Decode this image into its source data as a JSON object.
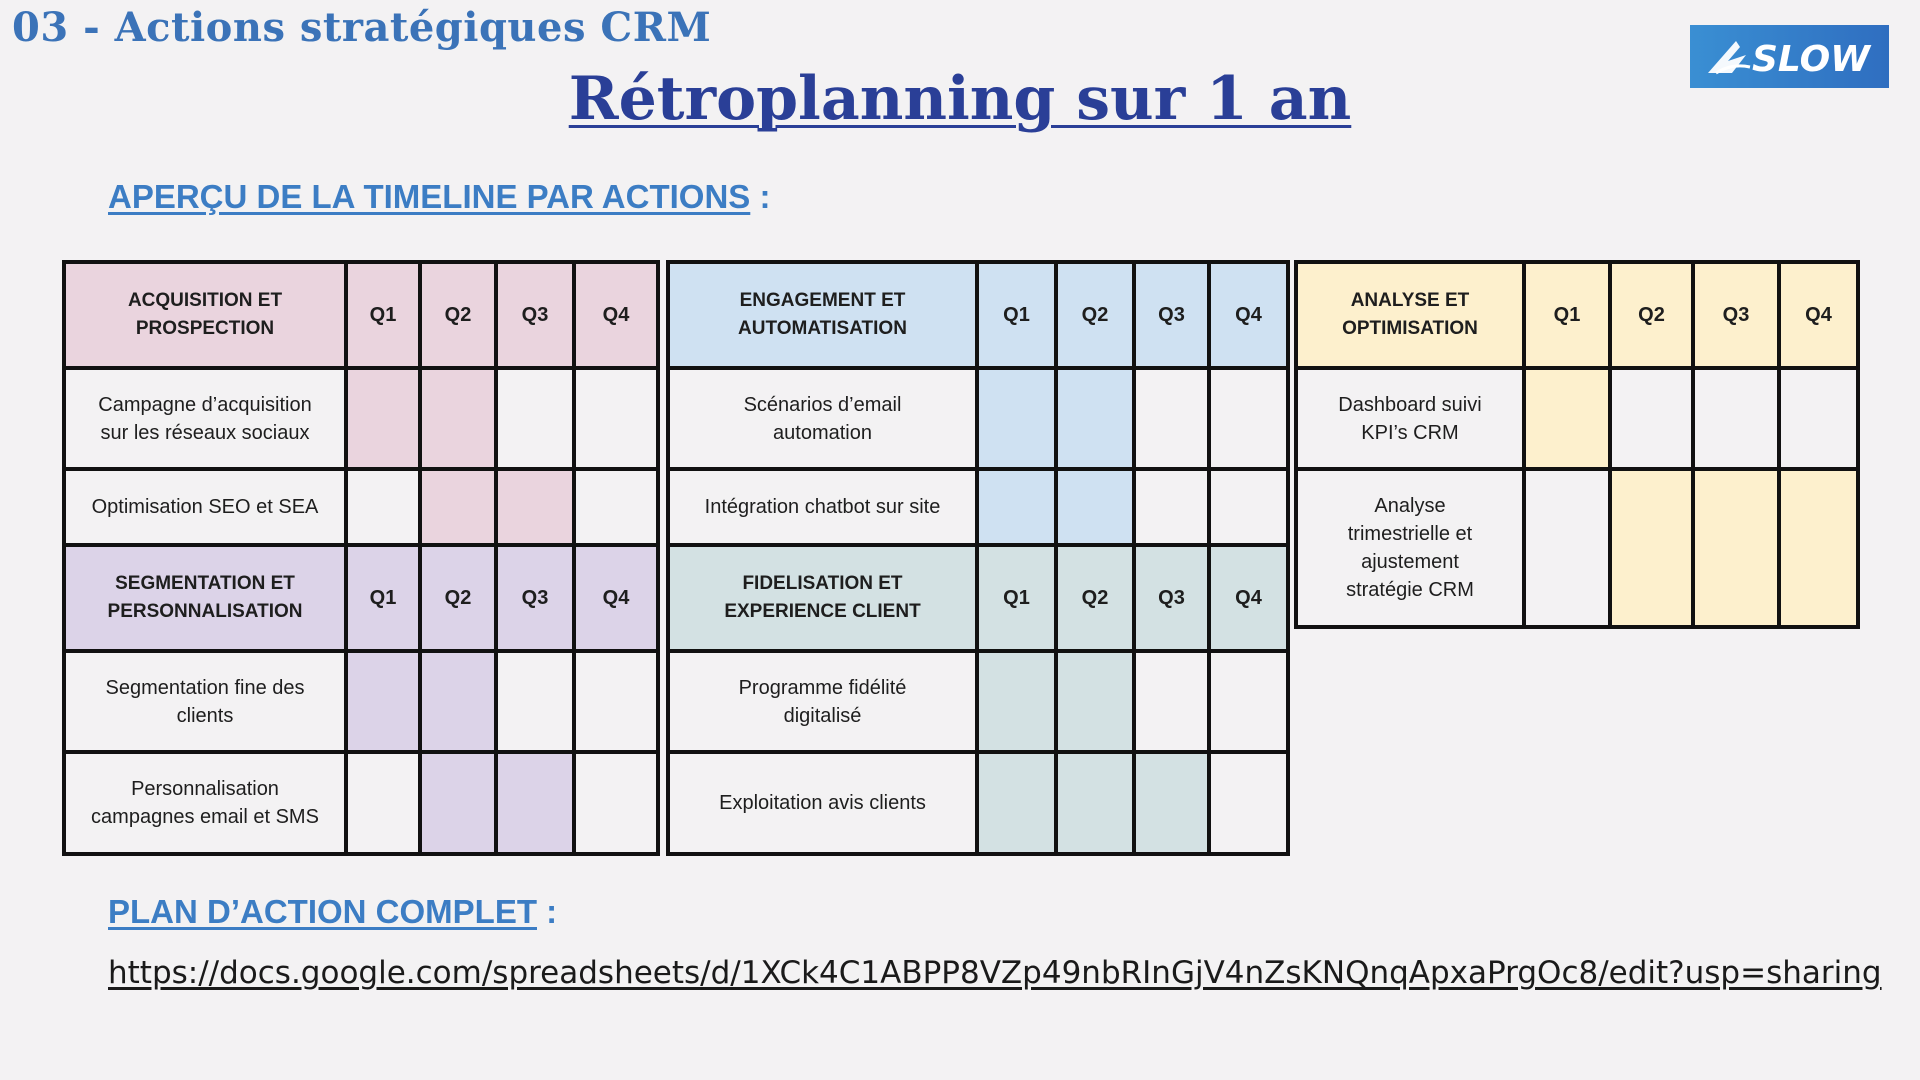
{
  "header": {
    "section_label": "03 - Actions stratégiques CRM",
    "title": "Rétroplanning sur 1 an",
    "logo_text": "SLOW"
  },
  "timeline": {
    "heading": "APERÇU DE LA TIMELINE PAR ACTIONS",
    "heading_suffix": " :",
    "quarters": [
      "Q1",
      "Q2",
      "Q3",
      "Q4"
    ],
    "colors": {
      "acquisition": "#ead4de",
      "segmentation": "#dcd3e8",
      "engagement": "#cfe1f2",
      "fidelisation": "#d3e1e3",
      "analyse": "#fdf0cd"
    },
    "groups": {
      "acquisition": {
        "title_line1": "ACQUISITION ET",
        "title_line2": "PROSPECTION",
        "rows": [
          {
            "line1": "Campagne d’acquisition",
            "line2": "sur les réseaux sociaux",
            "active": [
              true,
              true,
              false,
              false
            ]
          },
          {
            "line1": "Optimisation SEO et SEA",
            "active": [
              false,
              true,
              true,
              false
            ]
          }
        ]
      },
      "segmentation": {
        "title_line1": "SEGMENTATION ET",
        "title_line2": "PERSONNALISATION",
        "rows": [
          {
            "line1": "Segmentation fine des",
            "line2": "clients",
            "active": [
              true,
              true,
              false,
              false
            ]
          },
          {
            "line1": "Personnalisation",
            "line2": "campagnes email et SMS",
            "active": [
              false,
              true,
              true,
              false
            ]
          }
        ]
      },
      "engagement": {
        "title_line1": "ENGAGEMENT ET",
        "title_line2": "AUTOMATISATION",
        "rows": [
          {
            "line1": "Scénarios d’email",
            "line2": "automation",
            "active": [
              true,
              true,
              false,
              false
            ]
          },
          {
            "line1": "Intégration chatbot sur site",
            "active": [
              true,
              true,
              false,
              false
            ]
          }
        ]
      },
      "fidelisation": {
        "title_line1": "FIDELISATION ET",
        "title_line2": "EXPERIENCE CLIENT",
        "rows": [
          {
            "line1": "Programme fidélité",
            "line2": "digitalisé",
            "active": [
              true,
              true,
              false,
              false
            ]
          },
          {
            "line1": "Exploitation avis clients",
            "active": [
              true,
              true,
              true,
              false
            ]
          }
        ]
      },
      "analyse": {
        "title_line1": "ANALYSE ET",
        "title_line2": "OPTIMISATION",
        "rows": [
          {
            "line1": "Dashboard suivi",
            "line2": "KPI’s CRM",
            "active": [
              true,
              false,
              false,
              false
            ]
          },
          {
            "line1": "Analyse",
            "line2": "trimestrielle et",
            "line3": "ajustement",
            "line4": "stratégie CRM",
            "active": [
              false,
              true,
              true,
              true
            ]
          }
        ]
      }
    }
  },
  "plan": {
    "heading": "PLAN D’ACTION COMPLET",
    "heading_suffix": " :",
    "link": "https://docs.google.com/spreadsheets/d/1XCk4C1ABPP8VZp49nbRInGjV4nZsKNQnqApxaPrgOc8/edit?usp=sharing"
  }
}
